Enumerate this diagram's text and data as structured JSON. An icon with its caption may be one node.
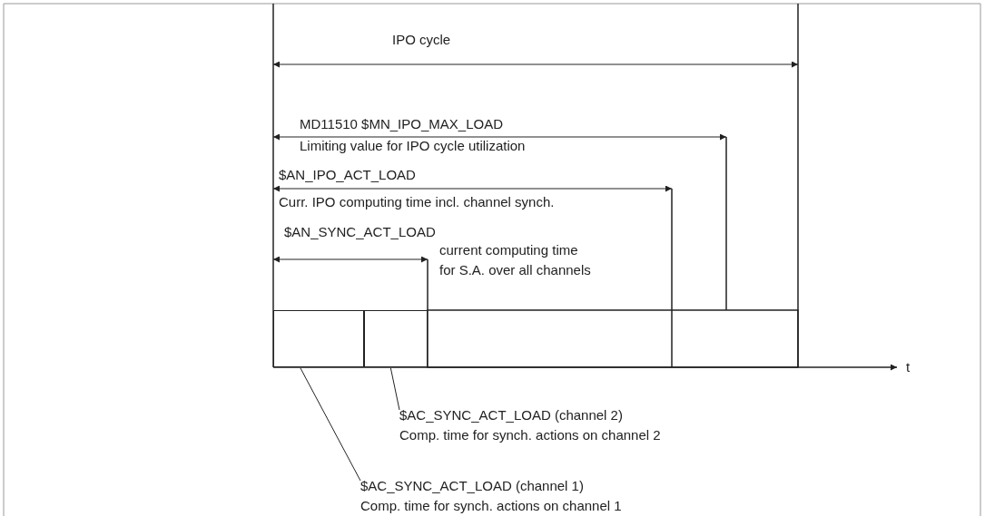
{
  "diagram": {
    "nodes": [
      {
        "text": [],
        "shape": "box"
      },
      {
        "text": [],
        "shape": "box"
      },
      {
        "text": [
          "$AC_SYNC_ACT_LOAD (channel 2)",
          "Comp. time for synch. actions on channel 2"
        ]
      },
      {
        "text": [
          "$AC_SYNC_ACT_LOAD (channel 1)",
          "Comp. time for synch. actions on channel 1"
        ]
      }
    ],
    "edges": [
      {
        "from": 2,
        "to": 1,
        "arrow": "none"
      },
      {
        "from": 3,
        "to": 0,
        "arrow": "none"
      }
    ],
    "labels": [
      "IPO cycle",
      "MD11510 $MN_IPO_MAX_LOAD",
      "Limiting value for IPO cycle utilization",
      "$AN_IPO_ACT_LOAD",
      "Curr. IPO computing time incl. channel synch.",
      "$AN_SYNC_ACT_LOAD",
      "current computing time",
      "for S.A. over all channels",
      "t"
    ]
  }
}
